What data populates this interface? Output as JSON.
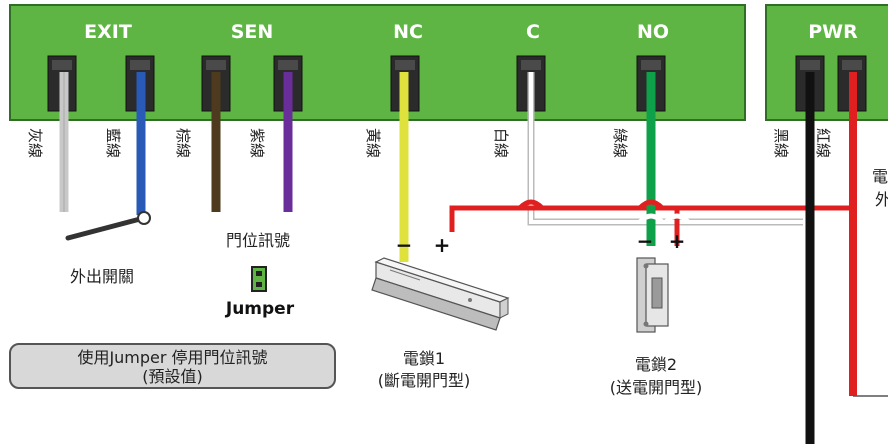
{
  "terminals": {
    "exit": "EXIT",
    "sen": "SEN",
    "nc": "NC",
    "c": "C",
    "no": "NO",
    "pwr": "PWR"
  },
  "wires": {
    "gray": "灰線",
    "blue": "藍線",
    "brown": "棕線",
    "purple": "紫線",
    "yellow": "黃線",
    "white": "白線",
    "green": "綠線",
    "black": "黑線",
    "red": "紅線"
  },
  "labels": {
    "door_signal": "門位訊號",
    "exit_switch": "外出開關",
    "jumper": "Jumper",
    "cut_power": "電",
    "cut_power2": "外",
    "lock1_line1": "電鎖1",
    "lock1_line2": "(斷電開門型)",
    "lock2_line1": "電鎖2",
    "lock2_line2": "(送電開門型)",
    "minus": "−",
    "plus": "+"
  },
  "note": {
    "line1": "使用Jumper 停用門位訊號",
    "line2": "(預設值)"
  },
  "colors": {
    "board": "#5fb544",
    "board_border": "#2f6e24",
    "gray_wire": "#c8c8c8",
    "blue_wire": "#2a5ab8",
    "brown_wire": "#4e3a1e",
    "purple_wire": "#6a2e9a",
    "yellow_wire": "#dfe23c",
    "white_wire": "#ffffff",
    "green_wire": "#0fa14a",
    "black_wire": "#111111",
    "red_wire": "#e02020"
  }
}
